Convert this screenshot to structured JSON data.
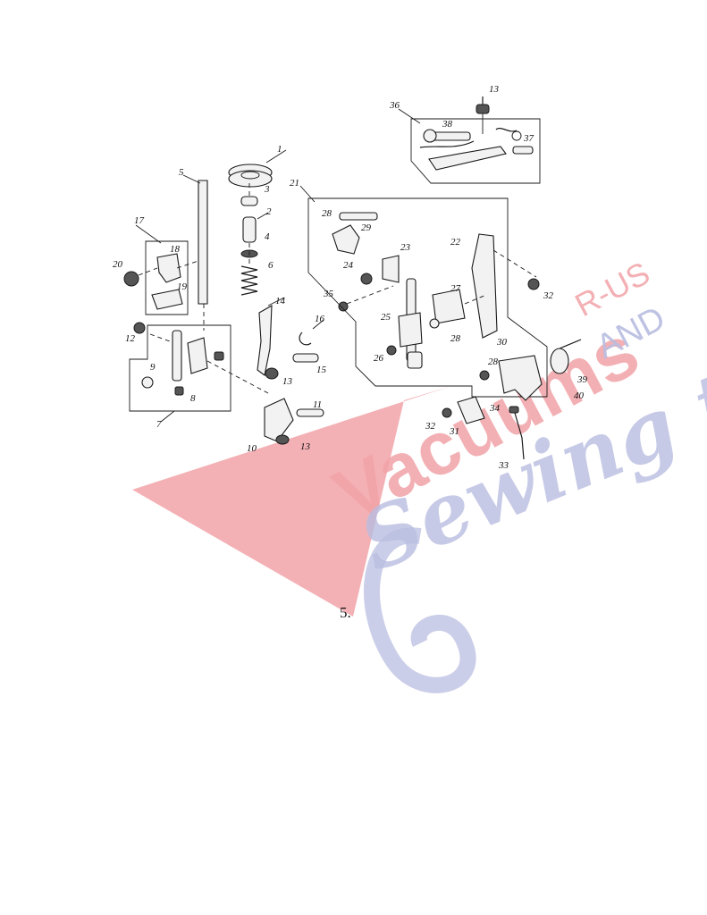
{
  "page_number": "5.",
  "watermark": {
    "brand_word": "Vacuums",
    "suffix": "R-US",
    "and_word": "AND",
    "tagline": "Sewing too",
    "colors": {
      "red": "#f2a3a8",
      "blue": "#b9bde0"
    }
  },
  "parts": [
    {
      "id": "p1",
      "label": "1"
    },
    {
      "id": "p2",
      "label": "2"
    },
    {
      "id": "p3",
      "label": "3"
    },
    {
      "id": "p4",
      "label": "4"
    },
    {
      "id": "p5",
      "label": "5"
    },
    {
      "id": "p6",
      "label": "6"
    },
    {
      "id": "p7",
      "label": "7"
    },
    {
      "id": "p8",
      "label": "8"
    },
    {
      "id": "p9",
      "label": "9"
    },
    {
      "id": "p10",
      "label": "10"
    },
    {
      "id": "p11",
      "label": "11"
    },
    {
      "id": "p12",
      "label": "12"
    },
    {
      "id": "p13a",
      "label": "13"
    },
    {
      "id": "p13b",
      "label": "13"
    },
    {
      "id": "p13c",
      "label": "13"
    },
    {
      "id": "p14",
      "label": "14"
    },
    {
      "id": "p15",
      "label": "15"
    },
    {
      "id": "p16",
      "label": "16"
    },
    {
      "id": "p17",
      "label": "17"
    },
    {
      "id": "p18",
      "label": "18"
    },
    {
      "id": "p19",
      "label": "19"
    },
    {
      "id": "p20",
      "label": "20"
    },
    {
      "id": "p21",
      "label": "21"
    },
    {
      "id": "p22",
      "label": "22"
    },
    {
      "id": "p23",
      "label": "23"
    },
    {
      "id": "p24",
      "label": "24"
    },
    {
      "id": "p25",
      "label": "25"
    },
    {
      "id": "p26",
      "label": "26"
    },
    {
      "id": "p27",
      "label": "27"
    },
    {
      "id": "p28a",
      "label": "28"
    },
    {
      "id": "p28b",
      "label": "28"
    },
    {
      "id": "p28c",
      "label": "28"
    },
    {
      "id": "p29",
      "label": "29"
    },
    {
      "id": "p30",
      "label": "30"
    },
    {
      "id": "p31",
      "label": "31"
    },
    {
      "id": "p32a",
      "label": "32"
    },
    {
      "id": "p32b",
      "label": "32"
    },
    {
      "id": "p33",
      "label": "33"
    },
    {
      "id": "p34",
      "label": "34"
    },
    {
      "id": "p35",
      "label": "35"
    },
    {
      "id": "p36",
      "label": "36"
    },
    {
      "id": "p37",
      "label": "37"
    },
    {
      "id": "p38",
      "label": "38"
    },
    {
      "id": "p39",
      "label": "39"
    },
    {
      "id": "p40",
      "label": "40"
    }
  ]
}
